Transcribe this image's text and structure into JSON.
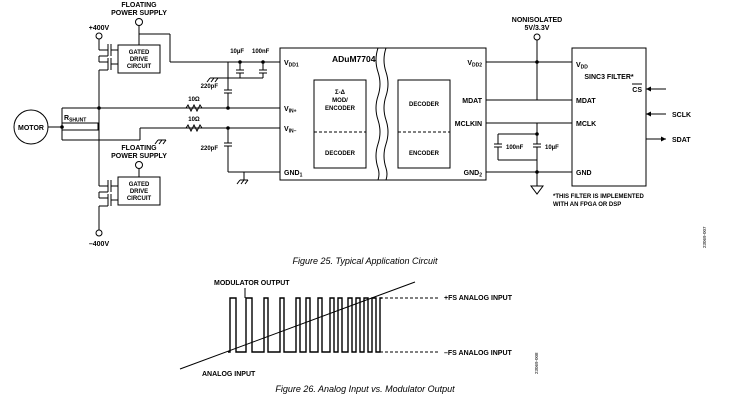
{
  "fig25": {
    "caption": "Figure 25. Typical Application Circuit",
    "side_code": "23069-007",
    "left": {
      "floating_top": [
        "FLOATING",
        "POWER SUPPLY"
      ],
      "floating_bottom": [
        "FLOATING",
        "POWER SUPPLY"
      ],
      "plus_v": "+400V",
      "minus_v": "–400V",
      "gated_top": [
        "GATED",
        "DRIVE",
        "CIRCUIT"
      ],
      "gated_bottom": [
        "GATED",
        "DRIVE",
        "CIRCUIT"
      ],
      "motor": "MOTOR",
      "rshunt": "R",
      "rshunt_sub": "SHUNT",
      "cap_10uF": "10µF",
      "cap_100nF": "100nF",
      "cap_220pF_top": "220pF",
      "cap_220pF_bottom": "220pF",
      "res_top": "10Ω",
      "res_bottom": "10Ω"
    },
    "adum": {
      "title": "ADuM7704",
      "vdd1": "V",
      "vdd1_sub": "DD1",
      "vinp": "V",
      "vinp_sub": "IN+",
      "vinm": "V",
      "vinm_sub": "IN–",
      "gnd1": "GND",
      "gnd1_sub": "1",
      "vdd2": "V",
      "vdd2_sub": "DD2",
      "mdat": "MDAT",
      "mclkin": "MCLKIN",
      "gnd2": "GND",
      "gnd2_sub": "2",
      "mod_encoder": [
        "Σ-Δ",
        "MOD/",
        "ENCODER"
      ],
      "decoder_left": "DECODER",
      "decoder_right": "DECODER",
      "encoder_right": "ENCODER"
    },
    "right": {
      "nonisolated": [
        "NONISOLATED",
        "5V/3.3V"
      ],
      "cap_100nF": "100nF",
      "cap_10uF": "10µF",
      "filter_title": "SINC3 FILTER*",
      "vdd": "V",
      "vdd_sub": "DD",
      "mdat": "MDAT",
      "mclk": "MCLK",
      "gnd": "GND",
      "cs": "CS",
      "sclk": "SCLK",
      "sdat": "SDAT",
      "footnote": [
        "*THIS FILTER IS IMPLEMENTED",
        "WITH AN FPGA OR DSP"
      ]
    }
  },
  "fig26": {
    "caption": "Figure 26. Analog Input vs. Modulator Output",
    "side_code": "23069-008",
    "modulator_output": "MODULATOR OUTPUT",
    "fs_plus": "+FS ANALOG INPUT",
    "fs_minus": "–FS ANALOG INPUT",
    "analog_input": "ANALOG INPUT"
  }
}
